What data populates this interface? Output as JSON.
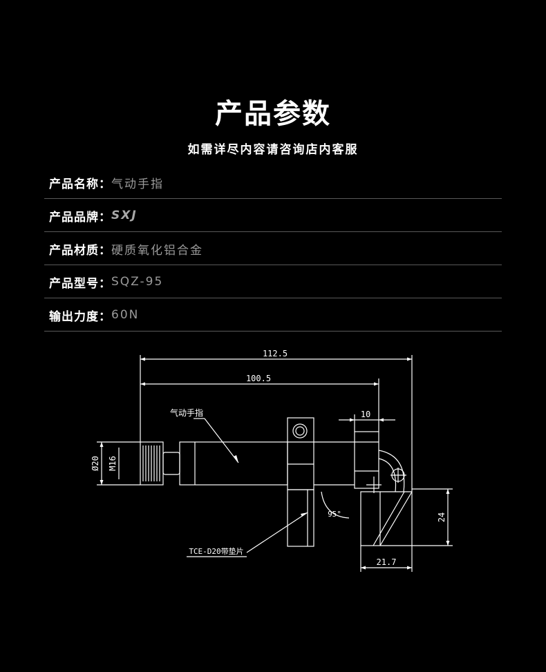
{
  "header": {
    "title": "产品参数",
    "subtitle": "如需详尽内容请咨询店内客服"
  },
  "params": [
    {
      "label": "产品名称：",
      "value": "气动手指"
    },
    {
      "label": "产品品牌：",
      "value": "SXJ"
    },
    {
      "label": "产品材质：",
      "value": "硬质氧化铝合金"
    },
    {
      "label": "产品型号：",
      "value": "SQZ-95"
    },
    {
      "label": "输出力度：",
      "value": "60N"
    }
  ],
  "drawing": {
    "dim_total": "112.5",
    "dim_body": "100.5",
    "dim_jaw": "10",
    "dim_dia": "Ø20",
    "dim_thread": "M16",
    "dim_height": "24",
    "dim_width": "21.7",
    "angle": "95°",
    "callout_body": "气动手指",
    "callout_pad": "TCE-D20带垫片"
  },
  "colors": {
    "background": "#000000",
    "text": "#ffffff",
    "value_text": "#9a9a9a",
    "divider": "#5a5a5a"
  }
}
